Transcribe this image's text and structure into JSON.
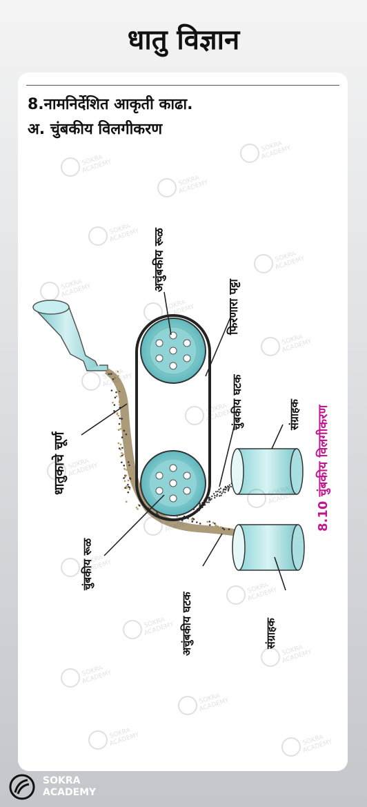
{
  "header": {
    "title": "धातु विज्ञान"
  },
  "question": {
    "number_title": "8.नामनिर्देशित आकृती काढा.",
    "subtitle": "अ. चुंबकीय विलगीकरण"
  },
  "diagram": {
    "labels": {
      "nonmagnetic_roller": "अचुंबकीय रूळ",
      "moving_belt": "फिरणारा पट्टा",
      "ore_powder": "धातुकाचे चूर्ण",
      "magnetic_component": "चुंबकीय घटक",
      "collector_top": "संग्राहक",
      "magnetic_roller": "चुंबकीय रूळ",
      "nonmagnetic_component": "अचुंबकीय घटक",
      "collector_bottom": "संग्राहक",
      "figure_caption": "8.10 चुंबकीय विलगीकरण"
    },
    "colors": {
      "caption": "#c0178f",
      "roller_teal": "#7fd3d6",
      "collector_teal": "#bfe9ea",
      "powder_brown": "#9c8a64",
      "magnetic_dark": "#3a3a3a"
    }
  },
  "watermark": {
    "line1": "SOKRA",
    "line2": "ACADEMY"
  },
  "branding": {
    "line1": "SOKRA",
    "line2": "ACADEMY",
    "logo": "sokra-logo-icon"
  }
}
